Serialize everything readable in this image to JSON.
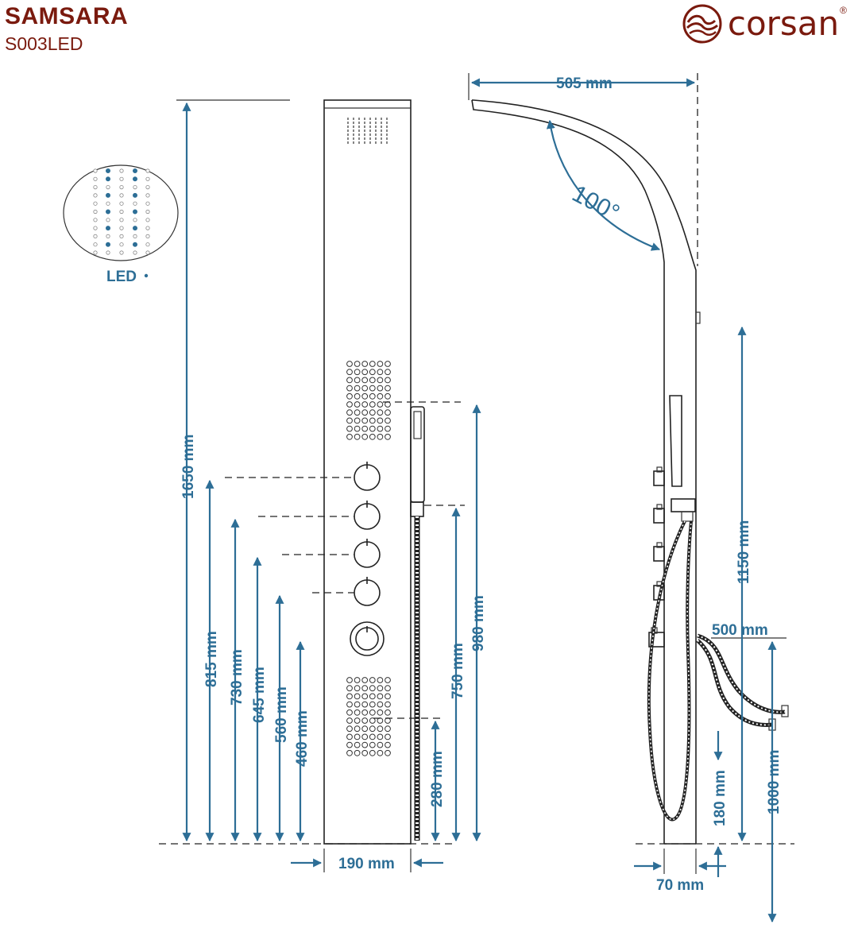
{
  "header": {
    "series_name": "SAMSARA",
    "model_code": "S003LED",
    "brand": "corsan",
    "brand_mark": "®"
  },
  "labels": {
    "led": "LED",
    "dim_height_total": "1650 mm",
    "dim_815": "815 mm",
    "dim_730": "730 mm",
    "dim_645": "645 mm",
    "dim_560": "560 mm",
    "dim_460": "460 mm",
    "dim_980": "980 mm",
    "dim_750": "750 mm",
    "dim_280": "280 mm",
    "dim_width": "190 mm",
    "dim_overhang": "505 mm",
    "dim_angle": "100°",
    "dim_1150": "1150 mm",
    "dim_500": "500 mm",
    "dim_1000": "1000 mm",
    "dim_180": "180 mm",
    "dim_depth": "70 mm"
  },
  "colors": {
    "brand": "#7a1a0e",
    "dimension": "#2d6e96",
    "outline": "#222222"
  },
  "icons": {
    "brand_logo": "corsan-wave-logo-icon",
    "led_dot": "led-dot-icon"
  }
}
